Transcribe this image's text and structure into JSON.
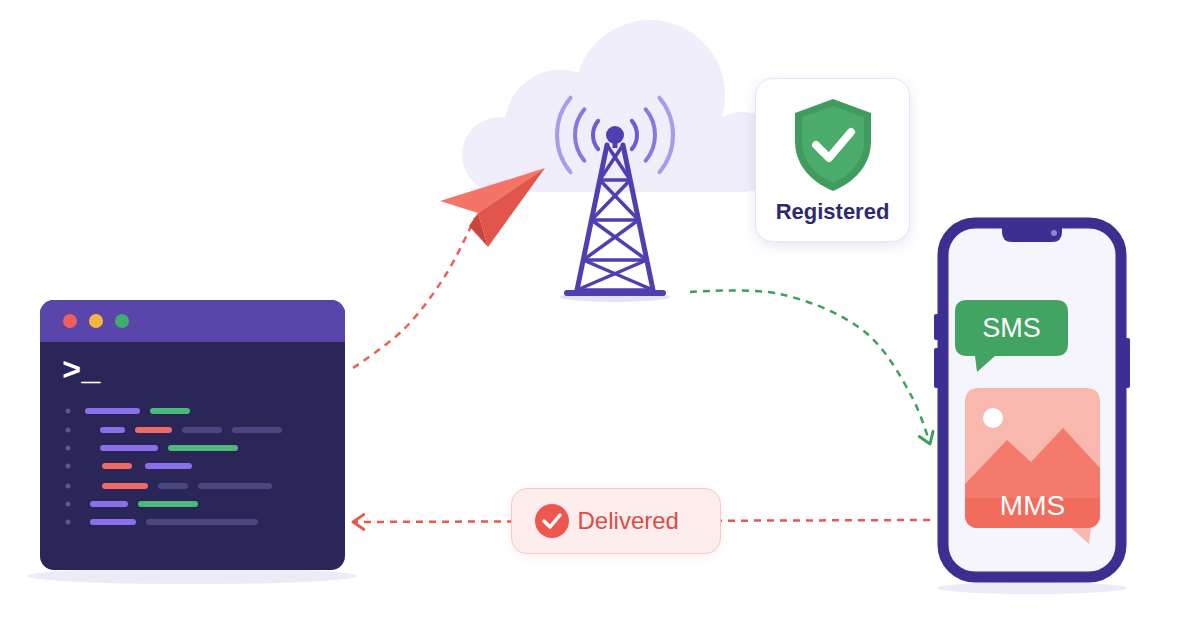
{
  "diagram": {
    "nodes": [
      {
        "text": [
          ">_"
        ]
      },
      {
        "text": []
      },
      {
        "text": [
          "Registered"
        ]
      },
      {
        "text": []
      },
      {
        "text": [
          "SMS"
        ],
        "in": 3
      },
      {
        "text": [
          "MMS"
        ],
        "in": 3
      }
    ],
    "edges": [
      {
        "from": 0,
        "to": 1,
        "arrow": "to"
      },
      {
        "from": 1,
        "to": 3,
        "arrow": "to"
      },
      {
        "from": 3,
        "to": 0,
        "arrow": "to",
        "label": "Delivered"
      }
    ]
  }
}
